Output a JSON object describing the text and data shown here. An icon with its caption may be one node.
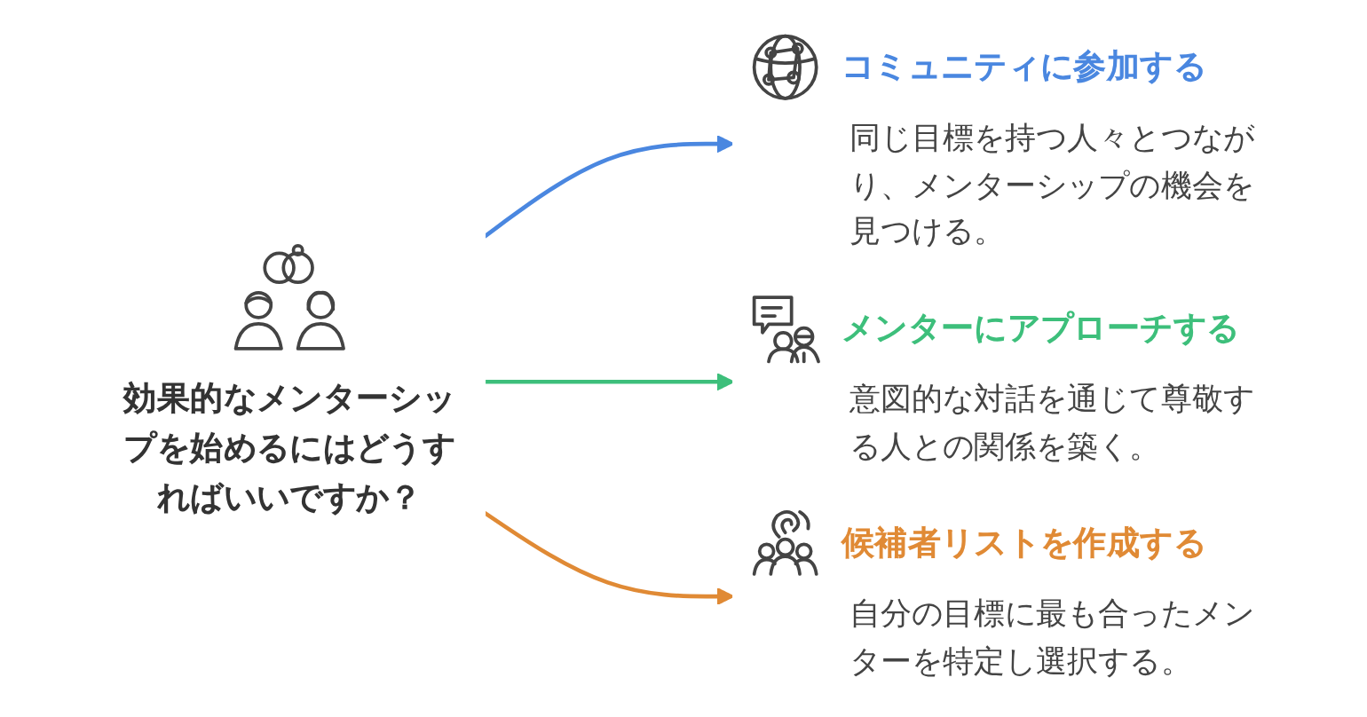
{
  "diagram": {
    "nodes": [
      {
        "text": [
          "効果的なメンターシップを始めるにはどうすればいいですか？"
        ]
      },
      {
        "text": [
          "コミュニティに参加する",
          "同じ目標を持つ人々とつながり、メンターシップの機会を見つける。"
        ]
      },
      {
        "text": [
          "メンターにアプローチする",
          "意図的な対話を通じて尊敬する人との関係を築く。"
        ]
      },
      {
        "text": [
          "候補者リストを作成する",
          "自分の目標に最も合ったメンターを特定し選択する。"
        ]
      }
    ],
    "edges": [
      {
        "from": 0,
        "to": 1,
        "arrow": "to",
        "color": "#4a87e0"
      },
      {
        "from": 0,
        "to": 2,
        "arrow": "to",
        "color": "#3dbf7b"
      },
      {
        "from": 0,
        "to": 3,
        "arrow": "to",
        "color": "#e08a35"
      }
    ]
  }
}
